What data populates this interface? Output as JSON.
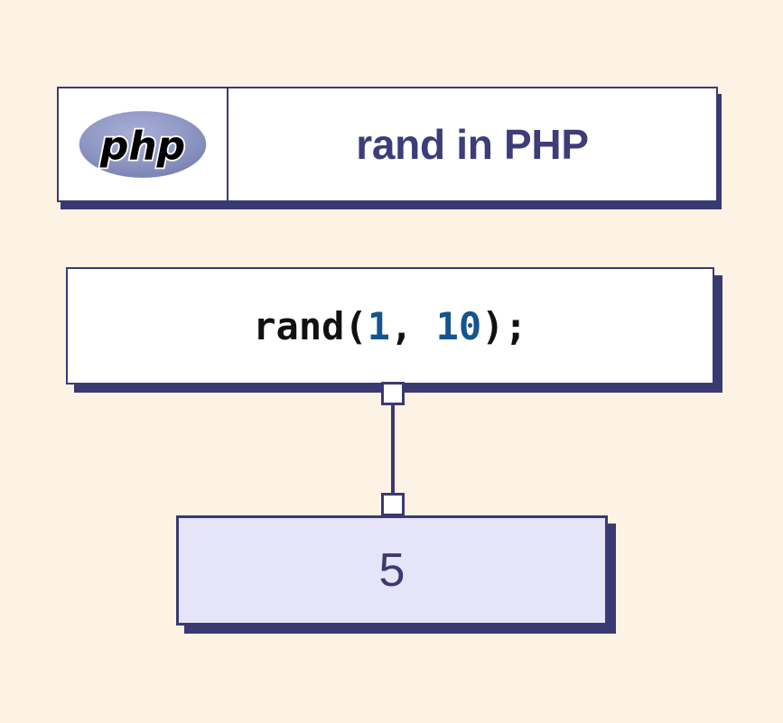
{
  "page": {
    "background_color": "#fdf3e4",
    "accent_color": "#3a3a72"
  },
  "header": {
    "logo": {
      "icon_name": "php-logo-icon",
      "wordmark": "php",
      "ellipse_color": "#8892bf",
      "text_color": "#000000",
      "outline_color": "#ffffff"
    },
    "title": "rand in PHP",
    "title_color": "#3d3d7a"
  },
  "code_box": {
    "code_prefix": "rand(",
    "arg_min": "1",
    "separator": ", ",
    "arg_max": "10",
    "code_suffix": ");",
    "full_text": "rand(1, 10);",
    "text_color": "#111111",
    "number_color": "#15548f",
    "background_color": "#ffffff"
  },
  "connector": {
    "icon_name": "flow-connector",
    "node_top_name": "connector-node-top",
    "node_bottom_name": "connector-node-bottom",
    "line_color": "#3a3a72"
  },
  "result_box": {
    "value": "5",
    "background_color": "#e5e4f8",
    "text_color": "#3a3a6e",
    "border_color": "#3a3a72"
  }
}
